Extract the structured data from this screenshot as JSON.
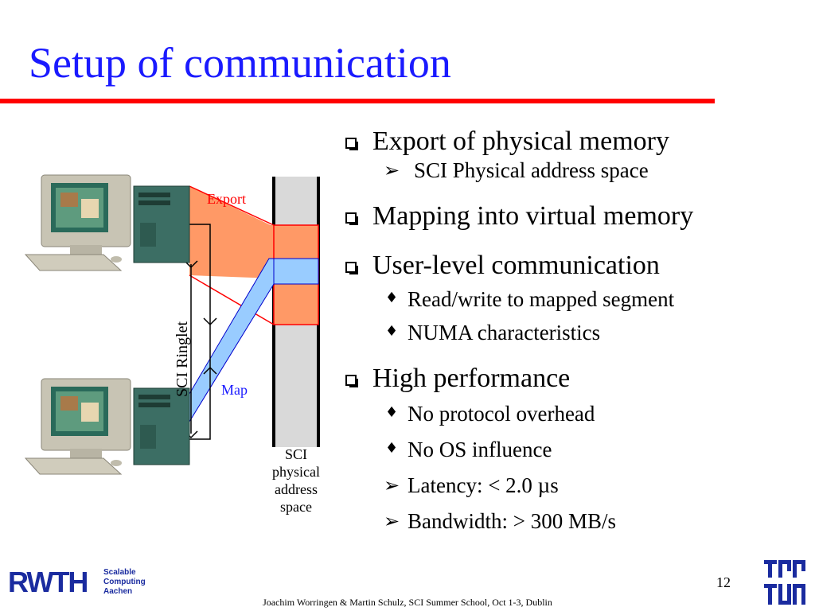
{
  "slide": {
    "title": "Setup of communication",
    "page_number": "12",
    "footer": "Joachim Worringen & Martin Schulz, SCI Summer School, Oct 1-3, Dublin"
  },
  "diagram": {
    "export_label": "Export",
    "map_label": "Map",
    "ringlet_label": "SCI Ringlet",
    "address_space_label": [
      "SCI",
      "physical",
      "address",
      "space"
    ],
    "export_color": "#ff9966",
    "map_color": "#99ccff"
  },
  "logos": {
    "rwth_text": "RWTH",
    "rwth_sub": [
      "Scalable",
      "Computing",
      "Aachen"
    ]
  },
  "bullets": [
    {
      "text": "Export of physical memory",
      "children": [
        {
          "marker": "arrow",
          "text": "SCI Physical address space"
        }
      ]
    },
    {
      "text": "Mapping into virtual memory",
      "children": []
    },
    {
      "text": "User-level communication",
      "children": [
        {
          "marker": "diamond",
          "text": "Read/write to mapped segment"
        },
        {
          "marker": "diamond",
          "text": "NUMA characteristics"
        }
      ]
    },
    {
      "text": "High performance",
      "children": [
        {
          "marker": "diamond",
          "text": "No protocol overhead"
        },
        {
          "marker": "diamond",
          "text": "No OS influence"
        },
        {
          "marker": "arrow",
          "text": "Latency:  < 2.0 µs"
        },
        {
          "marker": "arrow",
          "text": "Bandwidth: > 300 MB/s"
        }
      ]
    }
  ]
}
